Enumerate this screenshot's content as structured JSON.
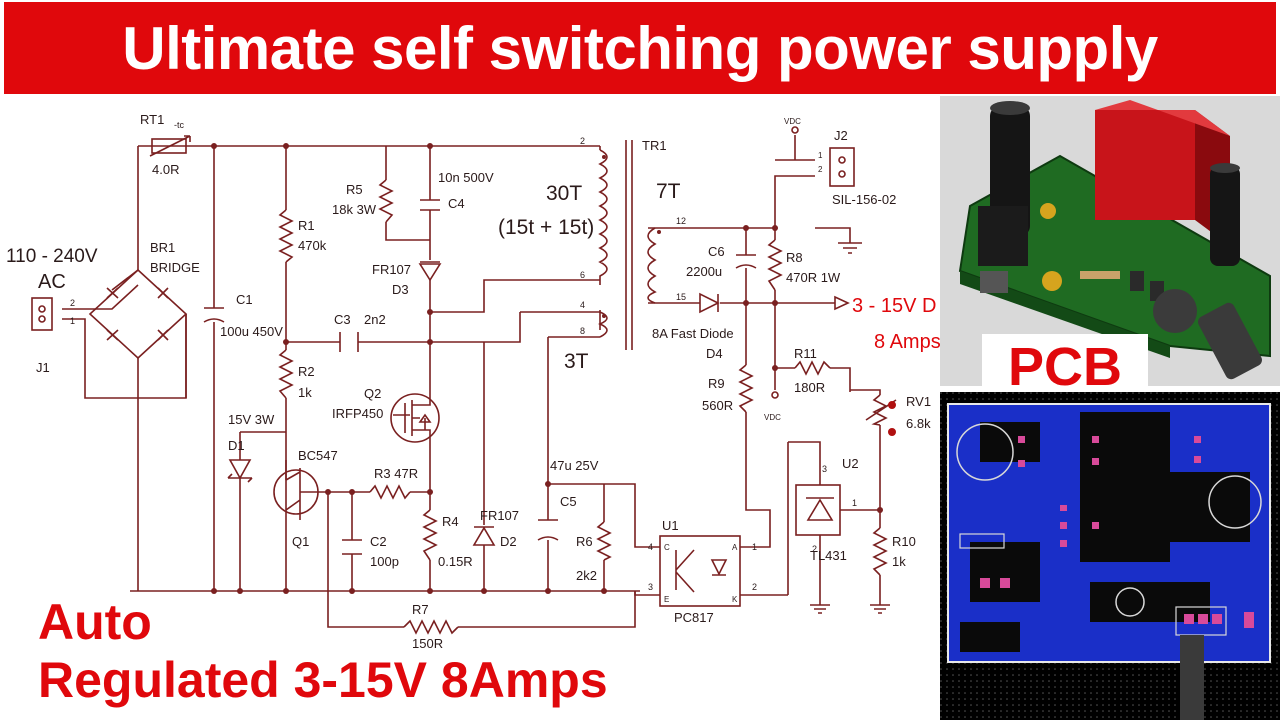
{
  "banner": {
    "title": "Ultimate self switching power supply"
  },
  "badge": {
    "pcb": "PCB"
  },
  "footer": {
    "line1": "Auto",
    "line2": "Regulated 3-15V 8Amps"
  },
  "colors": {
    "accent_red": "#e0080c",
    "wire": "#7a2020",
    "pcb_green": "#1f6b22",
    "pcb_blue": "#1a2fc8"
  },
  "schematic": {
    "input_voltage": "110 - 240V",
    "input_ac": "AC",
    "j1": "J1",
    "j1_pin2": "2",
    "j1_pin1": "1",
    "rt1": "RT1",
    "rt1_t": "-tc",
    "rt1_val": "4.0R",
    "br1": "BR1",
    "br1_val": "BRIDGE",
    "c1": "C1",
    "c1_val": "100u 450V",
    "r1": "R1",
    "r1_val": "470k",
    "r2": "R2",
    "r2_val": "1k",
    "d1_val": "15V 3W",
    "d1": "D1",
    "bc547": "BC547",
    "q1": "Q1",
    "r5": "R5",
    "r5_val": "18k 3W",
    "c4_val": "10n 500V",
    "c4": "C4",
    "fr107a": "FR107",
    "d3": "D3",
    "c3": "C3",
    "c3_val": "2n2",
    "q2": "Q2",
    "q2_val": "IRFP450",
    "r3": "R3 47R",
    "c2": "C2",
    "c2_val": "100p",
    "r4": "R4",
    "r4_val": "0.15R",
    "fr107b": "FR107",
    "d2": "D2",
    "c5_val": "47u 25V",
    "c5": "C5",
    "r6": "R6",
    "r6_val": "2k2",
    "r7": "R7",
    "r7_val": "150R",
    "tr1": "TR1",
    "pin2": "2",
    "pin6": "6",
    "pin4": "4",
    "pin8": "8",
    "pin12": "12",
    "pin15": "15",
    "turns30": "30T",
    "turns_split": "(15t + 15t)",
    "turns7": "7T",
    "turns3": "3T",
    "c6": "C6",
    "c6_val": "2200u",
    "d4_val": "8A Fast Diode",
    "d4": "D4",
    "r8": "R8",
    "r8_val": "470R 1W",
    "vdc_top": "VDC",
    "j2": "J2",
    "j2_val": "SIL-156-02",
    "j2_pin1": "1",
    "j2_pin2": "2",
    "output": "3 - 15V D",
    "output_amps": "8 Amps",
    "r11": "R11",
    "r11_val": "180R",
    "rv1": "RV1",
    "rv1_val": "6.8k",
    "r9": "R9",
    "r9_val": "560R",
    "vdc_mid": "VDC",
    "u2": "U2",
    "u2_val": "TL431",
    "u2_pin3": "3",
    "u2_pin1": "1",
    "u2_pin2": "2",
    "r10": "R10",
    "r10_val": "1k",
    "u1": "U1",
    "u1_val": "PC817",
    "u1_pin4": "4",
    "u1_pin3": "3",
    "u1_pin1": "1",
    "u1_pin2": "2",
    "u1_a": "A",
    "u1_k": "K",
    "u1_c": "C",
    "u1_e": "E"
  }
}
